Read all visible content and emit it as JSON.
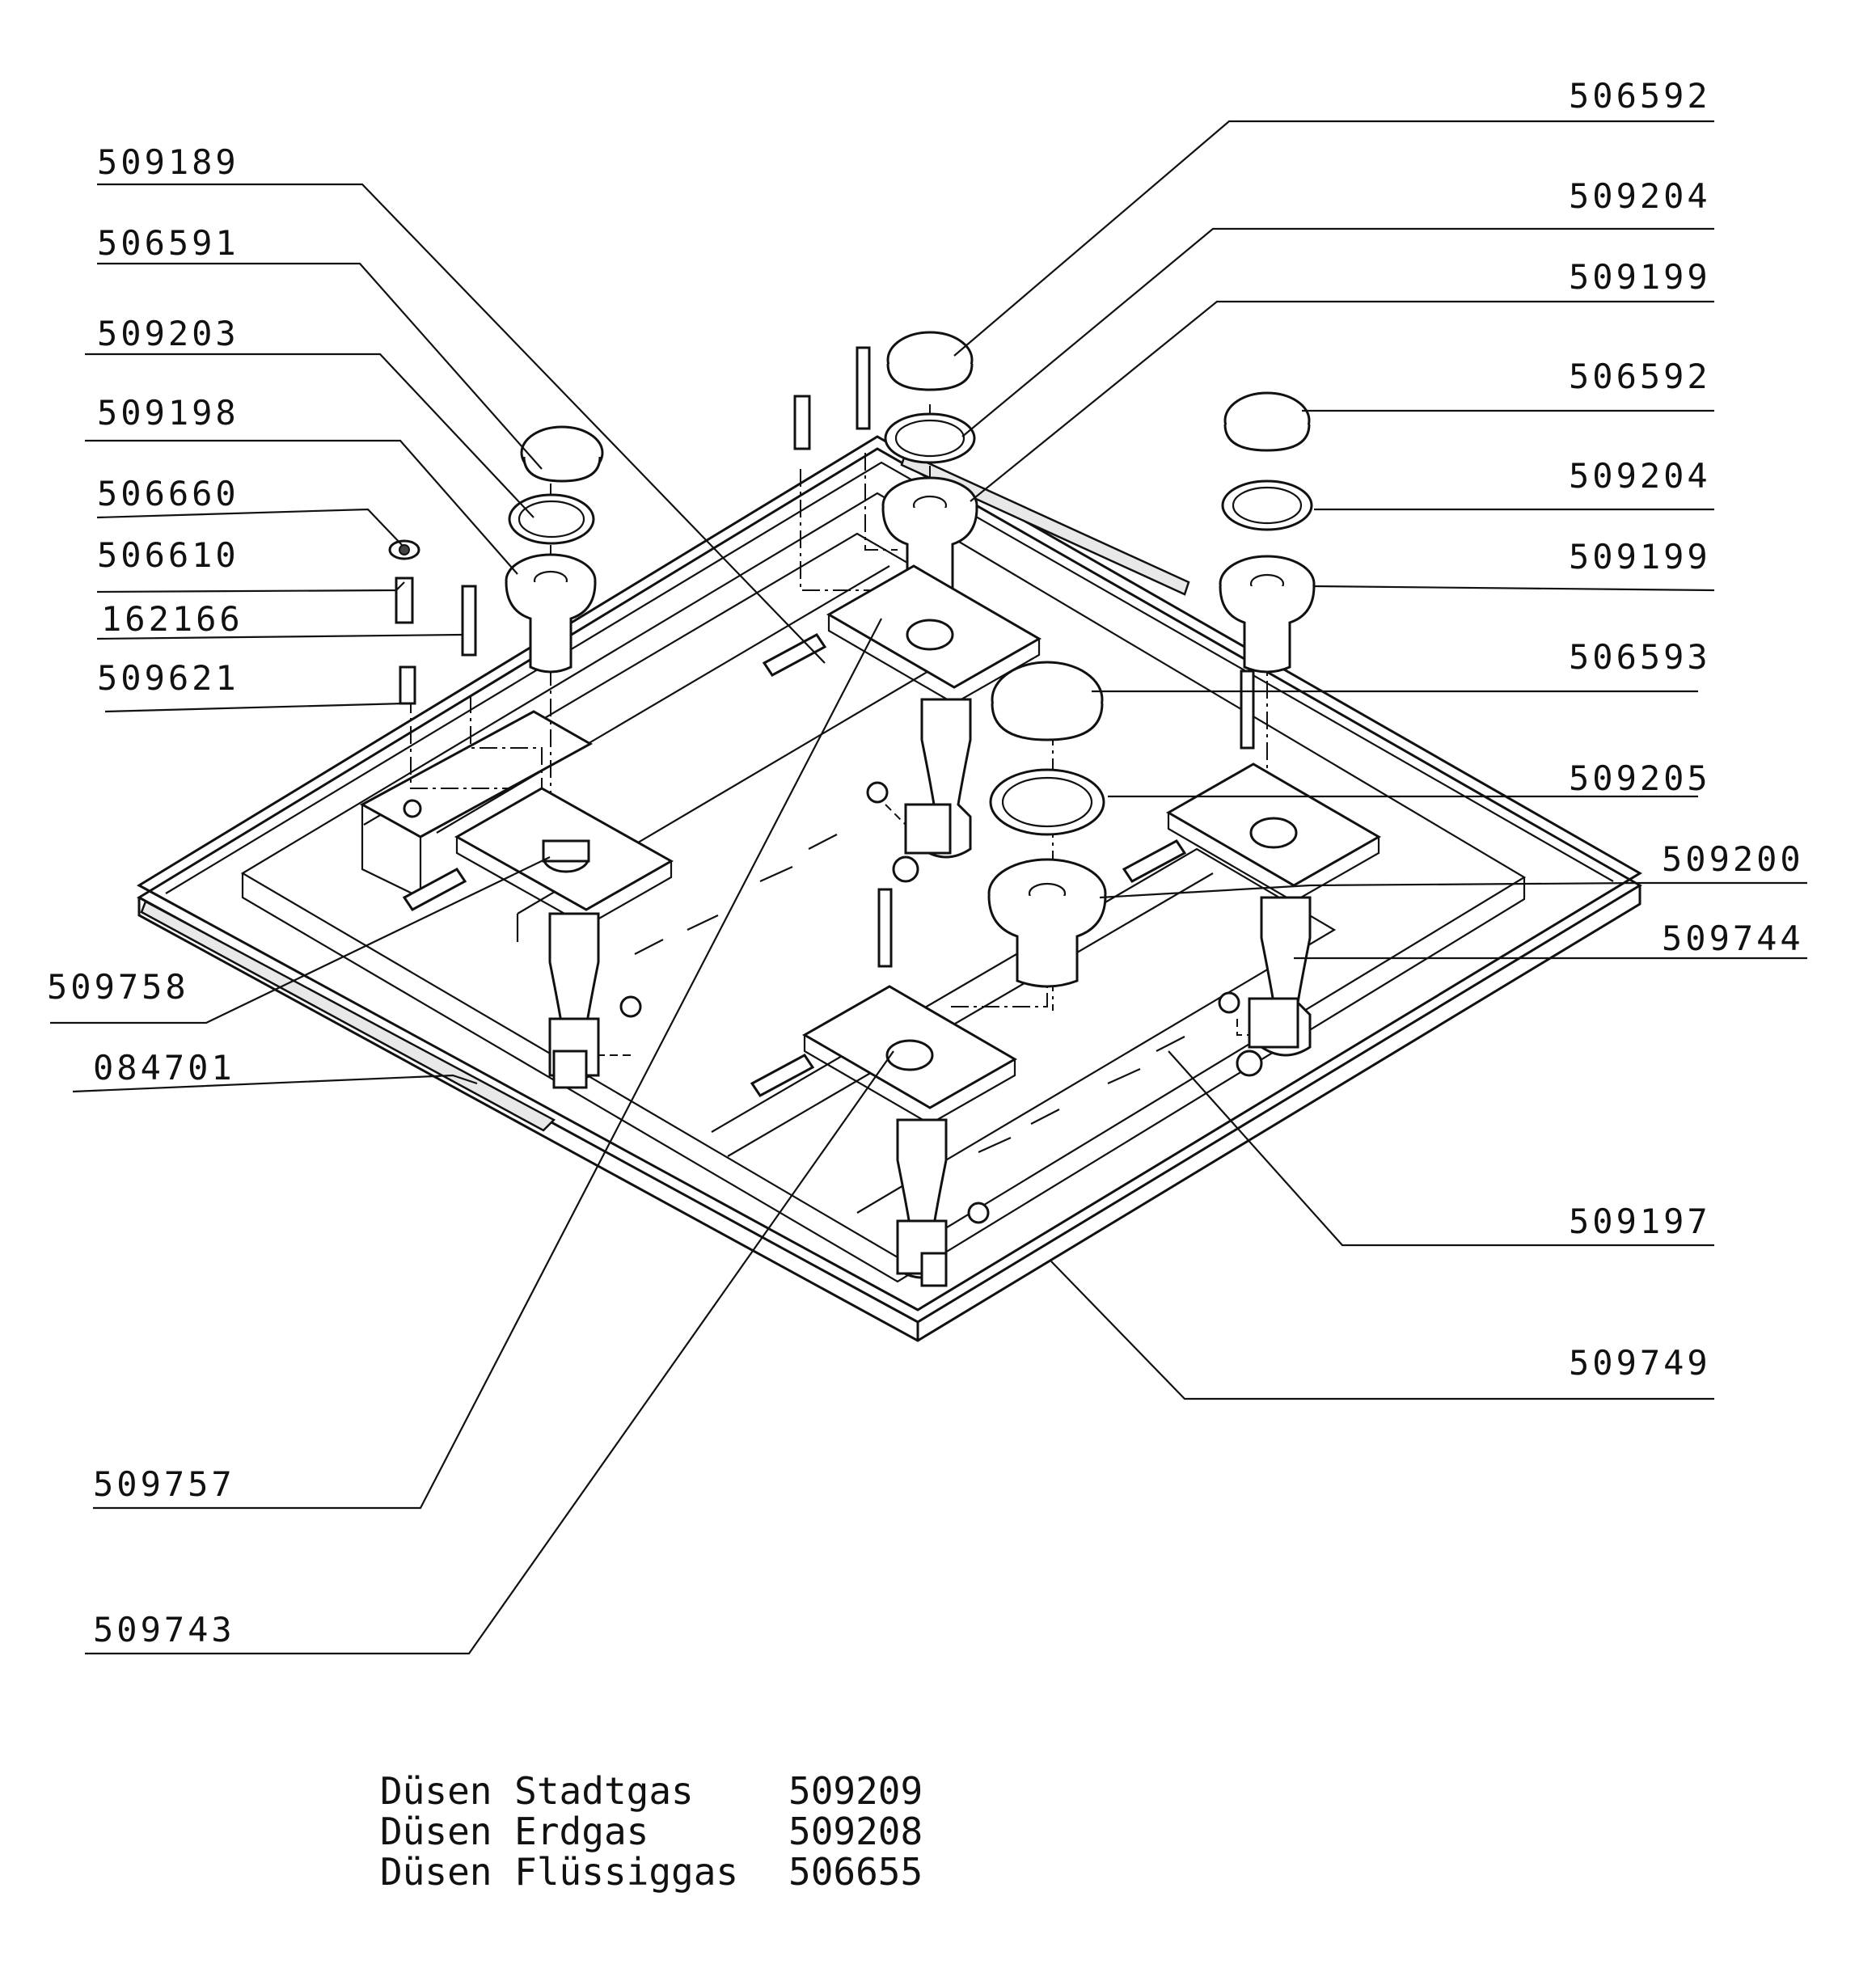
{
  "labels_left": [
    {
      "id": "509189",
      "text": "509189"
    },
    {
      "id": "506591",
      "text": "506591"
    },
    {
      "id": "509203",
      "text": "509203"
    },
    {
      "id": "509198",
      "text": "509198"
    },
    {
      "id": "506660",
      "text": "506660"
    },
    {
      "id": "506610",
      "text": "506610"
    },
    {
      "id": "162166",
      "text": "162166"
    },
    {
      "id": "509621",
      "text": "509621"
    },
    {
      "id": "509758",
      "text": "509758"
    },
    {
      "id": "084701",
      "text": "084701"
    },
    {
      "id": "509757",
      "text": "509757"
    },
    {
      "id": "509743",
      "text": "509743"
    }
  ],
  "labels_right": [
    {
      "id": "506592a",
      "text": "506592"
    },
    {
      "id": "509204a",
      "text": "509204"
    },
    {
      "id": "509199a",
      "text": "509199"
    },
    {
      "id": "506592b",
      "text": "506592"
    },
    {
      "id": "509204b",
      "text": "509204"
    },
    {
      "id": "509199b",
      "text": "509199"
    },
    {
      "id": "506593",
      "text": "506593"
    },
    {
      "id": "509205",
      "text": "509205"
    },
    {
      "id": "509200",
      "text": "509200"
    },
    {
      "id": "509744",
      "text": "509744"
    },
    {
      "id": "509197",
      "text": "509197"
    },
    {
      "id": "509749",
      "text": "509749"
    }
  ],
  "nozzles": [
    {
      "name": "Düsen Stadtgas",
      "code": "509209"
    },
    {
      "name": "Düsen Erdgas",
      "code": "509208"
    },
    {
      "name": "Düsen Flüssiggas",
      "code": "506655"
    }
  ]
}
